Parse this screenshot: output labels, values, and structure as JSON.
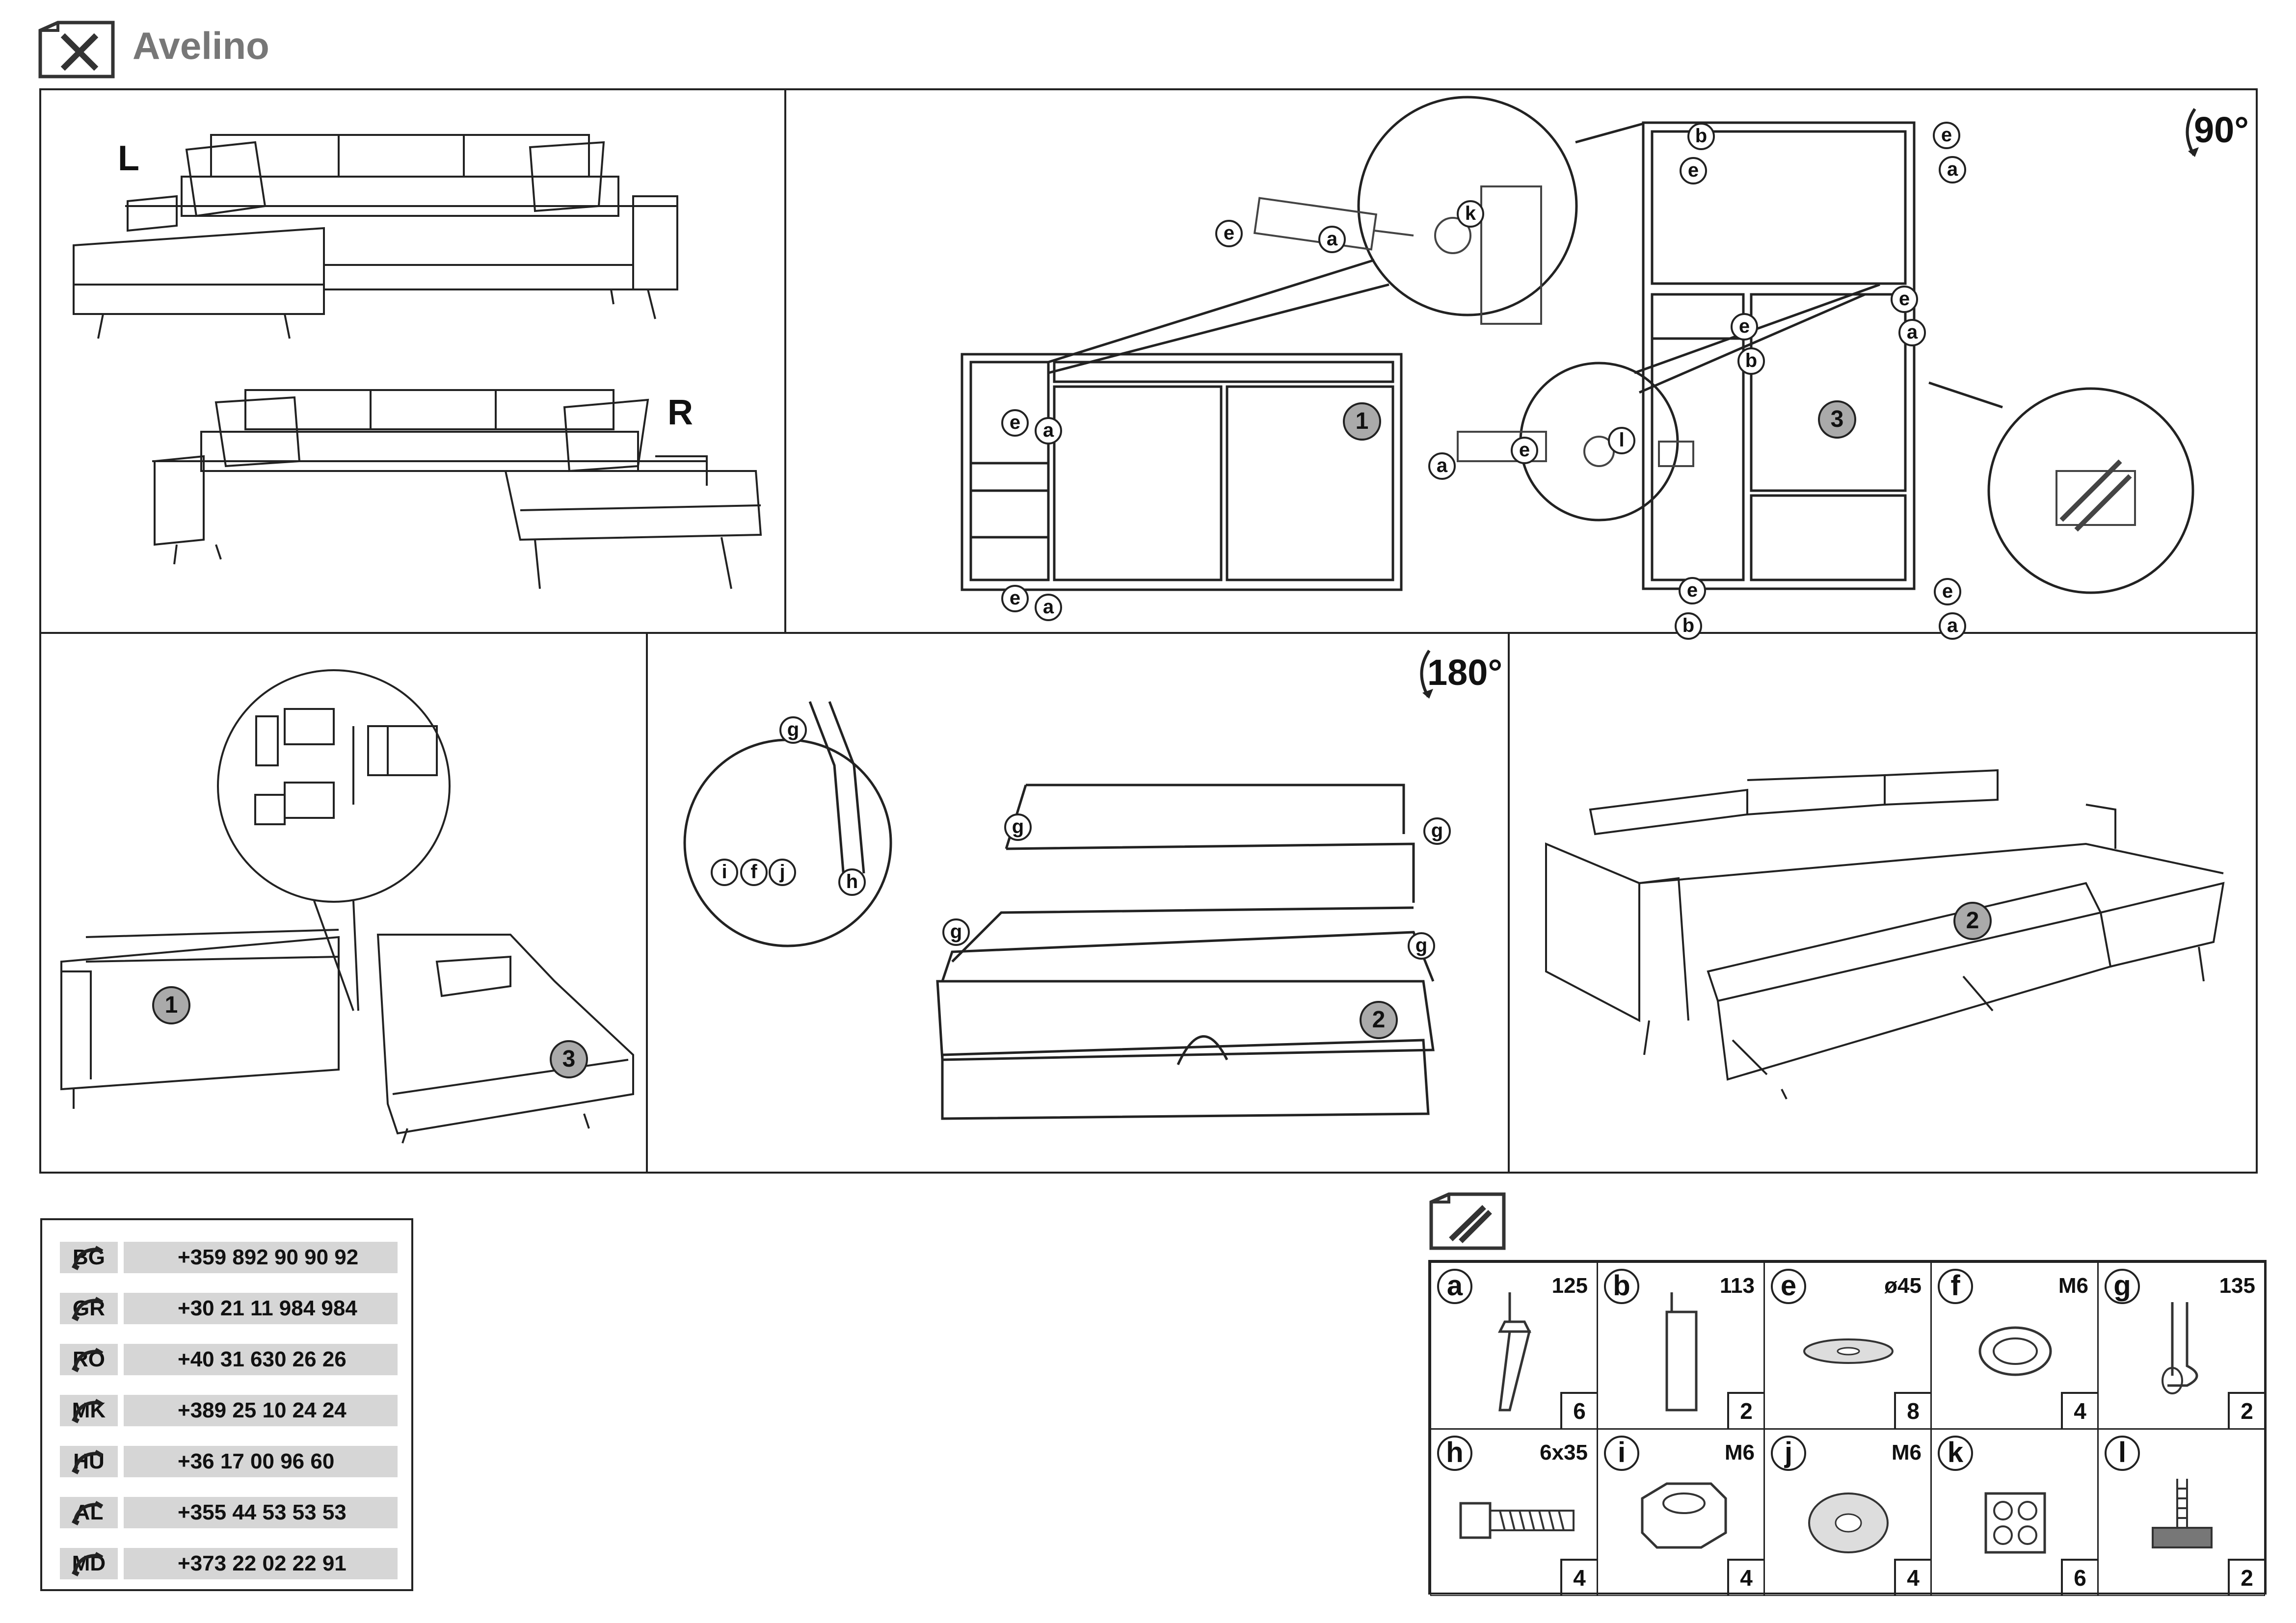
{
  "header": {
    "title": "Avelino",
    "icon": "tools-icon"
  },
  "panel1": {
    "left_label": "L",
    "right_label": "R"
  },
  "panel2": {
    "rotation": "90°",
    "part_numbers": [
      "1",
      "3"
    ],
    "callouts": [
      "e",
      "a",
      "e",
      "a",
      "k",
      "a",
      "e",
      "l",
      "b",
      "e",
      "e",
      "a",
      "e",
      "a",
      "e",
      "b",
      "e",
      "b",
      "e",
      "a",
      "e",
      "a"
    ]
  },
  "panel3": {
    "part_numbers": [
      "1",
      "3"
    ]
  },
  "panel4": {
    "rotation": "180°",
    "part_number": "2",
    "callouts": [
      "g",
      "i",
      "f",
      "j",
      "h",
      "g",
      "g",
      "g",
      "g"
    ]
  },
  "panel5": {
    "part_number": "2"
  },
  "contacts": [
    {
      "country": "BG",
      "phone": "+359 892 90 90 92"
    },
    {
      "country": "GR",
      "phone": "+30 21 11 984 984"
    },
    {
      "country": "RO",
      "phone": "+40 31 630 26 26"
    },
    {
      "country": "MK",
      "phone": "+389 25 10 24 24"
    },
    {
      "country": "HU",
      "phone": "+36 17 00 96 60"
    },
    {
      "country": "AL",
      "phone": "+355 44 53 53 53"
    },
    {
      "country": "MD",
      "phone": "+373 22 02 22 91"
    }
  ],
  "parts": [
    {
      "letter": "a",
      "spec": "125",
      "qty": "6",
      "icon": "leg-icon"
    },
    {
      "letter": "b",
      "spec": "113",
      "qty": "2",
      "icon": "square-leg-icon"
    },
    {
      "letter": "e",
      "spec": "ø45",
      "qty": "8",
      "icon": "washer-icon"
    },
    {
      "letter": "f",
      "spec": "M6",
      "qty": "4",
      "icon": "spring-washer-icon"
    },
    {
      "letter": "g",
      "spec": "135",
      "qty": "2",
      "icon": "handle-icon"
    },
    {
      "letter": "h",
      "spec": "6x35",
      "qty": "4",
      "icon": "bolt-icon"
    },
    {
      "letter": "i",
      "spec": "M6",
      "qty": "4",
      "icon": "nut-icon"
    },
    {
      "letter": "j",
      "spec": "M6",
      "qty": "4",
      "icon": "flat-washer-icon"
    },
    {
      "letter": "k",
      "spec": "",
      "qty": "6",
      "icon": "glide-pad-icon"
    },
    {
      "letter": "l",
      "spec": "",
      "qty": "2",
      "icon": "adjustable-foot-icon"
    }
  ]
}
